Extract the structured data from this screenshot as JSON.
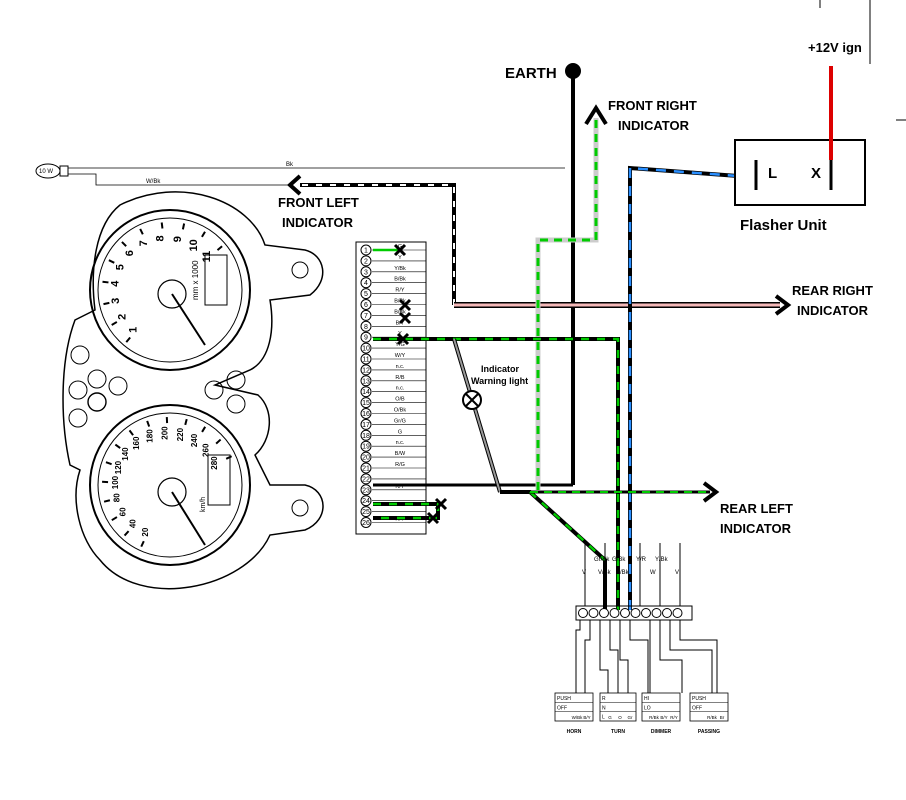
{
  "labels": {
    "earth": "EARTH",
    "ign": "+12V ign",
    "front_right": [
      "FRONT RIGHT",
      "INDICATOR"
    ],
    "front_left": [
      "FRONT LEFT",
      "INDICATOR"
    ],
    "rear_right": [
      "REAR RIGHT",
      "INDICATOR"
    ],
    "rear_left": [
      "REAR LEFT",
      "INDICATOR"
    ],
    "flasher_unit": "Flasher Unit",
    "flasher_L": "L",
    "flasher_X": "X",
    "warning_light": [
      "Indicator",
      "Warning light"
    ],
    "bulb": "10 W",
    "wire_bk": "Bk",
    "wire_wbk": "W/Bk"
  },
  "connector_pins": [
    {
      "n": "1",
      "c": "G"
    },
    {
      "n": "2",
      "c": "Y"
    },
    {
      "n": "3",
      "c": "Y/Bk"
    },
    {
      "n": "4",
      "c": "B/Bk"
    },
    {
      "n": "5",
      "c": "R/Y"
    },
    {
      "n": "6",
      "c": "B/Bk"
    },
    {
      "n": "7",
      "c": "B/Bk"
    },
    {
      "n": "8",
      "c": "B/Y"
    },
    {
      "n": "9",
      "c": "Y"
    },
    {
      "n": "10",
      "c": "Y/G"
    },
    {
      "n": "11",
      "c": "W/Y"
    },
    {
      "n": "12",
      "c": "n.c."
    },
    {
      "n": "13",
      "c": "R/B"
    },
    {
      "n": "14",
      "c": "n.c."
    },
    {
      "n": "15",
      "c": "O/B"
    },
    {
      "n": "16",
      "c": "O/Bk"
    },
    {
      "n": "17",
      "c": "Gr/G"
    },
    {
      "n": "18",
      "c": "G"
    },
    {
      "n": "19",
      "c": "n.c."
    },
    {
      "n": "20",
      "c": "B/W"
    },
    {
      "n": "21",
      "c": "R/G"
    },
    {
      "n": "22",
      "c": ""
    },
    {
      "n": "23",
      "c": "R/Y"
    },
    {
      "n": "24",
      "c": ""
    },
    {
      "n": "25",
      "c": ""
    },
    {
      "n": "26",
      "c": "R/Y"
    }
  ],
  "harness_wires": {
    "top": [
      "Gr/Bk",
      "Y/R",
      "Y/Bk"
    ],
    "mid": [
      "V",
      "V/Bk",
      "Bk",
      "W",
      "V"
    ],
    "gbk": "G/Bk",
    "bbk": "B/Bk"
  },
  "switches": [
    {
      "name": "HORN",
      "rows": [
        "PUSH",
        "OFF",
        ""
      ],
      "cols": [
        "W/Bk",
        "B/Y"
      ]
    },
    {
      "name": "TURN",
      "rows": [
        "R",
        "N",
        "L"
      ],
      "cols": [
        "G",
        "O",
        "Gr"
      ]
    },
    {
      "name": "DIMMER",
      "rows": [
        "HI",
        "LO",
        ""
      ],
      "cols": [
        "R/Bk",
        "B/Y",
        "R/Y"
      ]
    },
    {
      "name": "PASSING",
      "rows": [
        "PUSH",
        "OFF",
        ""
      ],
      "cols": [
        "R/Bk",
        "Br"
      ]
    }
  ],
  "tacho_ticks": [
    "1",
    "2",
    "3",
    "4",
    "5",
    "6",
    "7",
    "8",
    "9",
    "10",
    "11"
  ],
  "tacho_brand": "mm x 1000",
  "speedo_ticks": [
    "20",
    "40",
    "60",
    "80",
    "100",
    "120",
    "140",
    "160",
    "180",
    "200",
    "220",
    "240",
    "260",
    "280"
  ],
  "speedo_unit": "km/h",
  "colors": {
    "black": "#000000",
    "green": "#00cc00",
    "blue": "#2a8fff",
    "red": "#dd0000",
    "pink": "#f4b8b8",
    "grey": "#9a9a9a"
  }
}
